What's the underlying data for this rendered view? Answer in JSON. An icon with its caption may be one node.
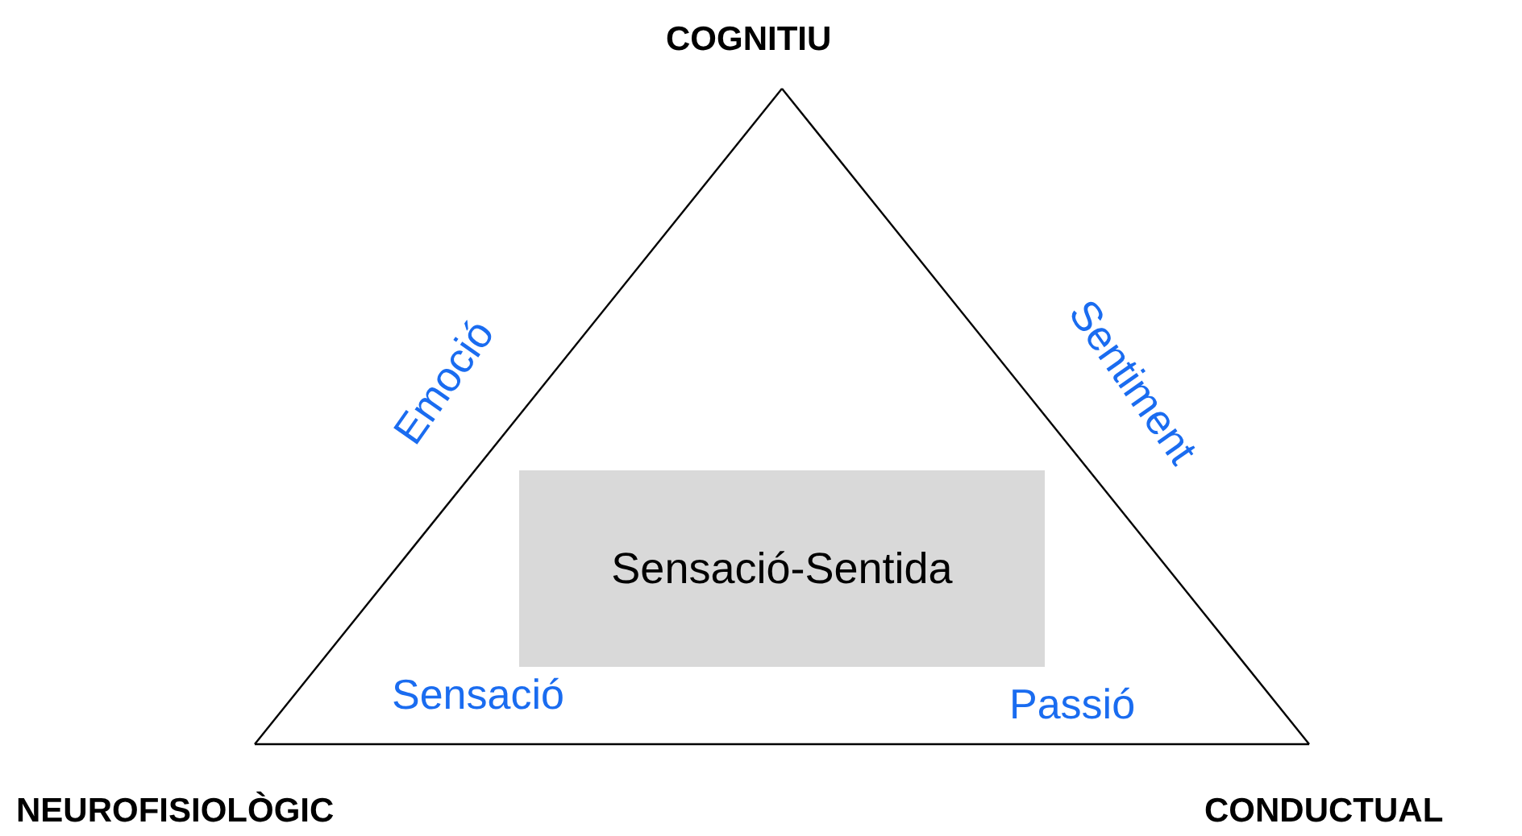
{
  "diagram": {
    "nodes": [
      {
        "text": [
          "COGNITIU"
        ]
      },
      {
        "text": [
          "NEUROFISIOLÒGIC"
        ]
      },
      {
        "text": [
          "CONDUCTUAL"
        ]
      },
      {
        "text": [
          "Sensació-Sentida"
        ]
      }
    ],
    "edges": [
      {
        "from": 1,
        "to": 0,
        "arrow": "none",
        "label": "Emoció"
      },
      {
        "from": 0,
        "to": 2,
        "arrow": "none",
        "label": "Sentiment"
      },
      {
        "from": 1,
        "to": 2,
        "arrow": "none"
      }
    ],
    "labels": [
      "Sensació",
      "Passió"
    ]
  }
}
